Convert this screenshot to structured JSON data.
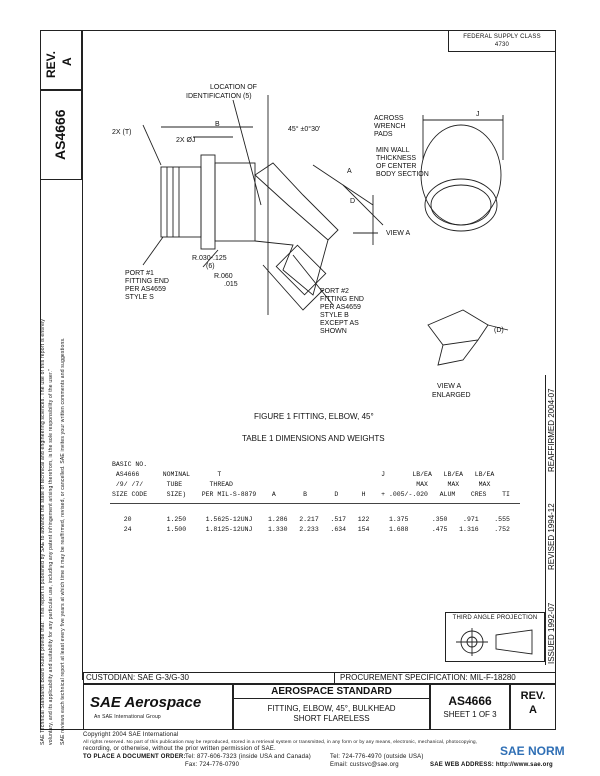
{
  "margin": {
    "rev_label": "REV.",
    "rev_value": "A",
    "doc_no": "AS4666",
    "disclaimer": [
      "SAE Technical Standards Board Rules provide that: \"This report is published by SAE to advance the state of technical and engineering sciences. The use of this report is entirely",
      "voluntary, and its applicability and suitability for any particular use, including any patent infringement arising therefrom, is the sole responsibility of the user.\"",
      "SAE reviews each technical report at least every five years at which time it may be reaffirmed, revised, or cancelled. SAE invites your written comments and suggestions."
    ]
  },
  "fsc": {
    "label": "FEDERAL SUPPLY CLASS",
    "value": "4730"
  },
  "drawing": {
    "loc_id": [
      "LOCATION OF",
      "IDENTIFICATION  (5)"
    ],
    "B": "B",
    "two_x_t": "2X (T)",
    "two_x_phi": "2X ØJ",
    "angle": "45° ±0°30'",
    "A": "A",
    "D": "D",
    "view_a_arrow": "VIEW A",
    "r1": [
      "R.030-.125",
      "(6)"
    ],
    "r2": [
      "R.060",
      ".015"
    ],
    "port1": [
      "PORT #1",
      "FITTING END",
      "PER AS4659",
      "STYLE S"
    ],
    "port2": [
      "PORT #2",
      "FITTING END",
      "PER AS4659",
      "STYLE B",
      "EXCEPT AS",
      "SHOWN"
    ],
    "across": [
      "ACROSS",
      "WRENCH",
      "PADS"
    ],
    "J": "J",
    "minwall": [
      "MIN WALL",
      "THICKNESS",
      "OF CENTER",
      "BODY SECTION"
    ],
    "D_callout": "(D)",
    "view_a": [
      "VIEW A",
      "ENLARGED"
    ]
  },
  "figure_caption": "FIGURE 1  FITTING, ELBOW, 45°",
  "table_caption": "TABLE 1  DIMENSIONS AND WEIGHTS",
  "table": {
    "header_lines": [
      "BASIC NO.",
      " AS4666      NOMINAL       T                                         J       LB/EA   LB/EA   LB/EA",
      " /9/ /7/      TUBE       THREAD                                               MAX     MAX     MAX",
      "SIZE CODE     SIZE)    PER MIL-S-8879    A       B       D      H    + .005/-.020   ALUM    CRES    TI"
    ],
    "rows": [
      "   20         1.250     1.5625-12UNJ    1.286   2.217   .517   122     1.375      .350    .971    .555",
      "   24         1.500     1.8125-12UNJ    1.330   2.233   .634   154     1.688      .475   1.316    .752"
    ]
  },
  "right_margin": {
    "reaffirmed": "REAFFIRMED 2004-07",
    "revised": "REVISED 1994-12",
    "issued": "ISSUED 1992-07"
  },
  "third_angle": "THIRD ANGLE PROJECTION",
  "custodian": "CUSTODIAN:  SAE G-3/G-30",
  "procurement": "PROCUREMENT SPECIFICATION: ",
  "procurement_ref": "MIL-F-18280",
  "title_block": {
    "logo": "SAE Aerospace",
    "logo_sub": "An SAE International Group",
    "std": "AEROSPACE STANDARD",
    "title1": "FITTING, ELBOW, 45°, BULKHEAD",
    "title2": "SHORT FLARELESS",
    "docno": "AS4666",
    "sheet": "SHEET 1 OF 3",
    "rev_label": "REV.",
    "rev_value": "A"
  },
  "footer": {
    "copyright": "Copyright 2004 SAE International",
    "rights": "All rights reserved. No part of this publication may be reproduced, stored in a retrieval system or transmitted, in any form or by any means, electronic, mechanical, photocopying,",
    "rights2": "recording, or otherwise, without the prior written permission of SAE.",
    "order_label": "TO PLACE A DOCUMENT ORDER:",
    "tel1": "Tel: 877-606-7323 (inside USA and Canada)",
    "tel2": "Tel: 724-776-4970 (outside USA)",
    "fax": "Fax: 724-776-0790",
    "email": "Email: custsvc@sae.org",
    "web": "SAE WEB ADDRESS: http://www.sae.org"
  },
  "watermark": "SAE NORM"
}
